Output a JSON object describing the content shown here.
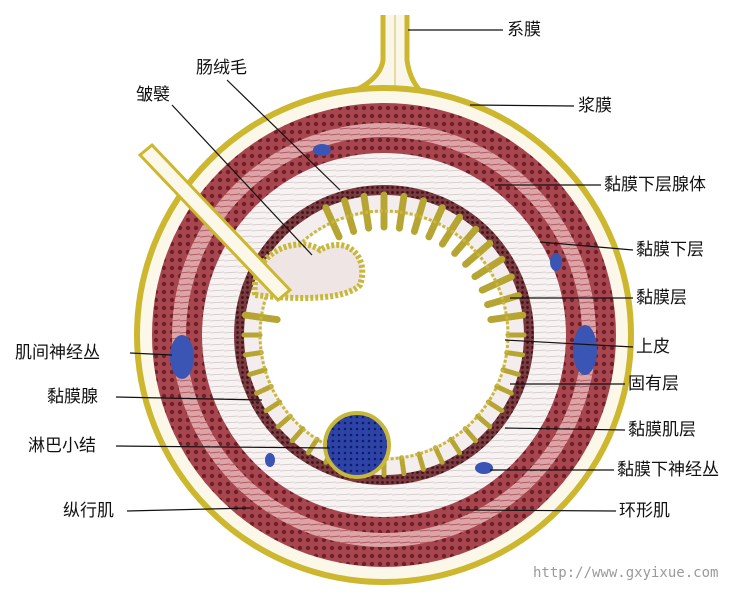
{
  "labels": {
    "mesentery": "系膜",
    "villi": "肠绒毛",
    "plica": "皱襞",
    "serosa": "浆膜",
    "submucosal_gland": "黏膜下层腺体",
    "submucosa": "黏膜下层",
    "mucosa": "黏膜层",
    "epithelium": "上皮",
    "lamina_propria": "固有层",
    "muscularis_mucosae": "黏膜肌层",
    "submucosal_plexus": "黏膜下神经丛",
    "circular_muscle": "环形肌",
    "myenteric_plexus": "肌间神经丛",
    "mucosal_gland": "黏膜腺",
    "lymph_nodule": "淋巴小结",
    "longitudinal_muscle": "纵行肌"
  },
  "watermark": "http://www.gxyixue.com",
  "colors": {
    "serosa": "#d9c23a",
    "muscle": "#c98a8f",
    "muscle_dark": "#9a3c44",
    "submucosa": "#f2ecec",
    "mucosa": "#5c2a30",
    "villus": "#c8b83a",
    "nodule": "#2b3f9e",
    "nerve": "#3b55b5"
  }
}
